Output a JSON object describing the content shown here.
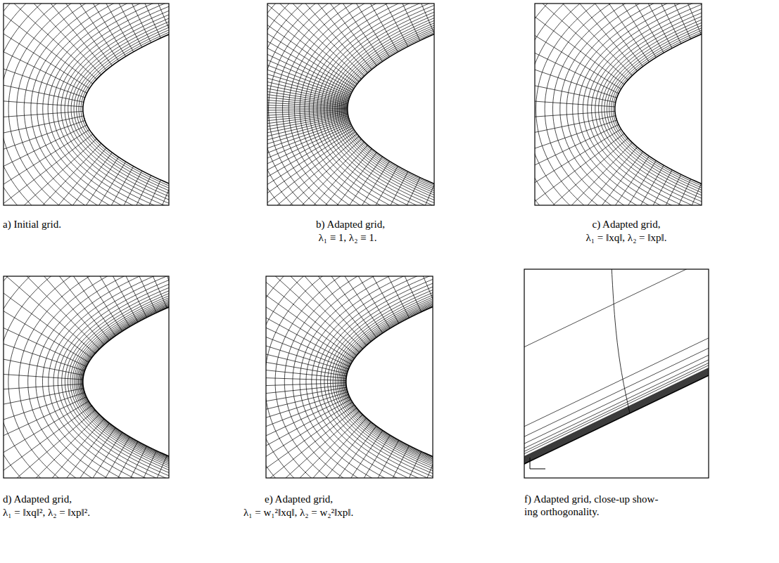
{
  "diagram": {
    "labels": [
      "a) Initial grid.",
      "b) Adapted grid,",
      "λ₁ ≡ 1, λ₂ ≡ 1.",
      "c) Adapted grid,",
      "λ₁ = ‖xq‖, λ₂ = ‖xp‖.",
      "d) Adapted grid,",
      "λ₁ = ‖xq‖², λ₂ = ‖xp‖².",
      "e) Adapted grid,",
      "λ₁ = w₁²‖xq‖, λ₂ = w₂²‖xp‖.",
      "f) Adapted grid, close-up show-",
      "ing orthogonality."
    ]
  }
}
